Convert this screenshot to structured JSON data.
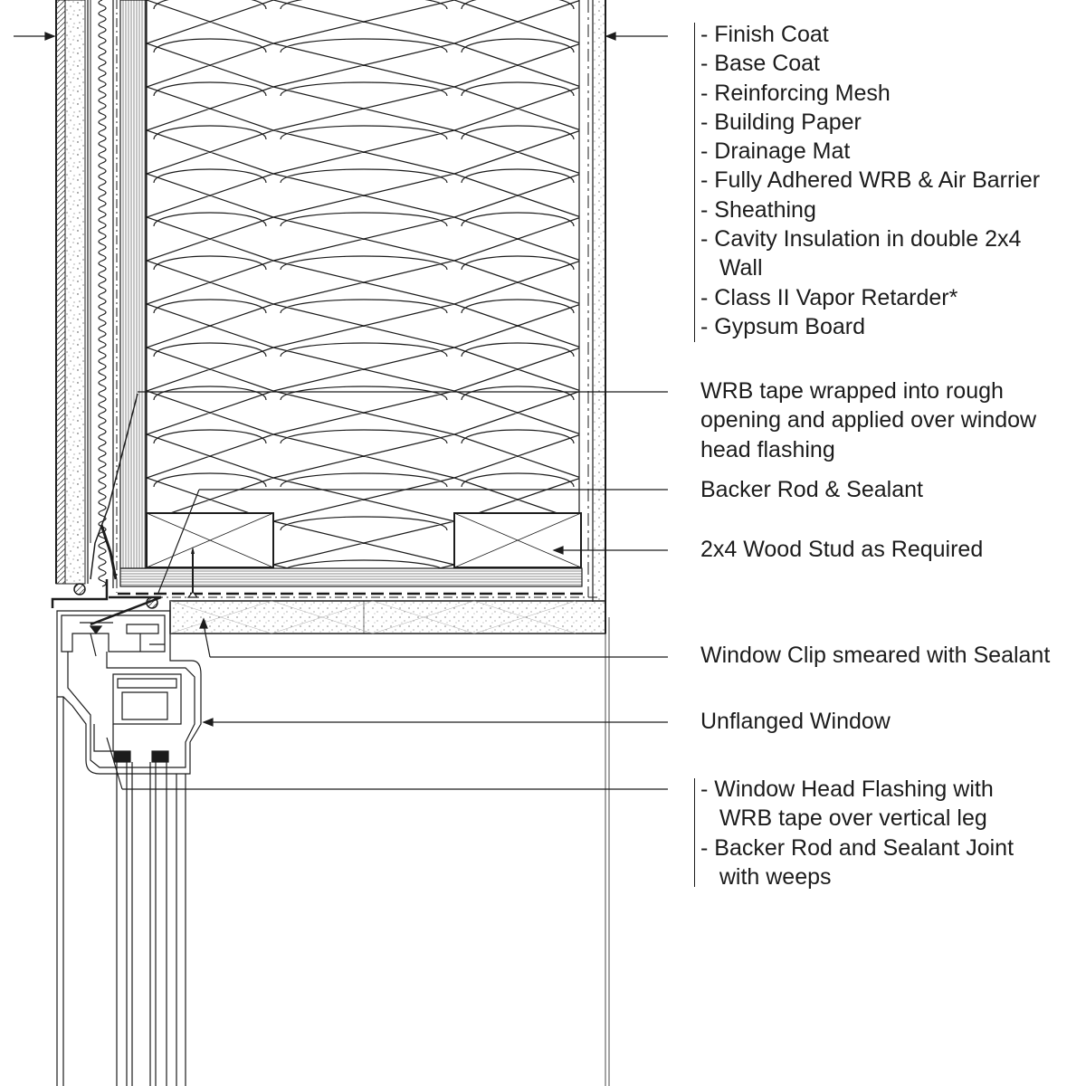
{
  "drawing": {
    "stroke_color": "#1c1c1c",
    "background": "#ffffff"
  },
  "labels": {
    "wall_layers": [
      "- Finish Coat",
      "- Base Coat",
      "- Reinforcing Mesh",
      "- Building Paper",
      "- Drainage Mat",
      "- Fully Adhered WRB & Air Barrier",
      "- Sheathing",
      "- Cavity Insulation in double 2x4",
      "  Wall",
      "- Class II Vapor Retarder*",
      "- Gypsum Board"
    ],
    "wrb_tape": [
      "WRB tape wrapped into rough",
      "opening and applied over window",
      "head flashing"
    ],
    "backer_rod": "Backer Rod & Sealant",
    "wood_stud": "2x4 Wood Stud as Required",
    "window_clip": "Window Clip smeared with Sealant",
    "unflanged_window": "Unflanged Window",
    "head_flashing": [
      "- Window Head Flashing with",
      "  WRB tape over vertical leg",
      "- Backer Rod and Sealant Joint",
      "  with weeps"
    ]
  }
}
